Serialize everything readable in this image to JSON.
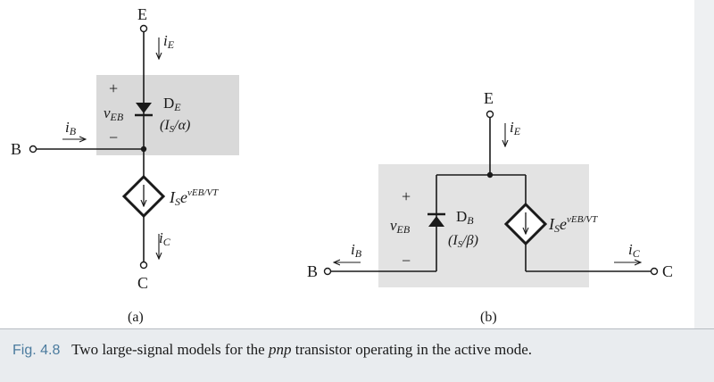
{
  "figure": {
    "a": {
      "terminal_e": "E",
      "terminal_b": "B",
      "terminal_c": "C",
      "current_ie": "i",
      "current_ie_sub": "E",
      "current_ib": "i",
      "current_ib_sub": "B",
      "current_ic": "i",
      "current_ic_sub": "C",
      "plus": "+",
      "minus": "−",
      "veb": "v",
      "veb_sub": "EB",
      "diode_name": "D",
      "diode_name_sub": "E",
      "diode_value": "(I",
      "diode_value_sub": "S",
      "diode_value_tail": "/α)",
      "source_label": "I",
      "source_label_sub": "S",
      "source_label_e": "e",
      "source_label_exp": "vEB/VT",
      "panel_label": "(a)"
    },
    "b": {
      "terminal_e": "E",
      "terminal_b": "B",
      "terminal_c": "C",
      "current_ie": "i",
      "current_ie_sub": "E",
      "current_ib": "i",
      "current_ib_sub": "B",
      "current_ic": "i",
      "current_ic_sub": "C",
      "plus": "+",
      "minus": "−",
      "veb": "v",
      "veb_sub": "EB",
      "diode_name": "D",
      "diode_name_sub": "B",
      "diode_value": "(I",
      "diode_value_sub": "S",
      "diode_value_tail": "/β)",
      "source_label": "I",
      "source_label_sub": "S",
      "source_label_e": "e",
      "source_label_exp": "vEB/VT",
      "panel_label": "(b)"
    }
  },
  "caption": {
    "label": "Fig. 4.8",
    "text_before": "Two large-signal models for the ",
    "emph": "pnp",
    "text_after": " transistor operating in the active mode."
  },
  "colors": {
    "shade": "#d9d9d9",
    "wire": "#1a1a1a",
    "caption_label": "#4b7b9e"
  }
}
